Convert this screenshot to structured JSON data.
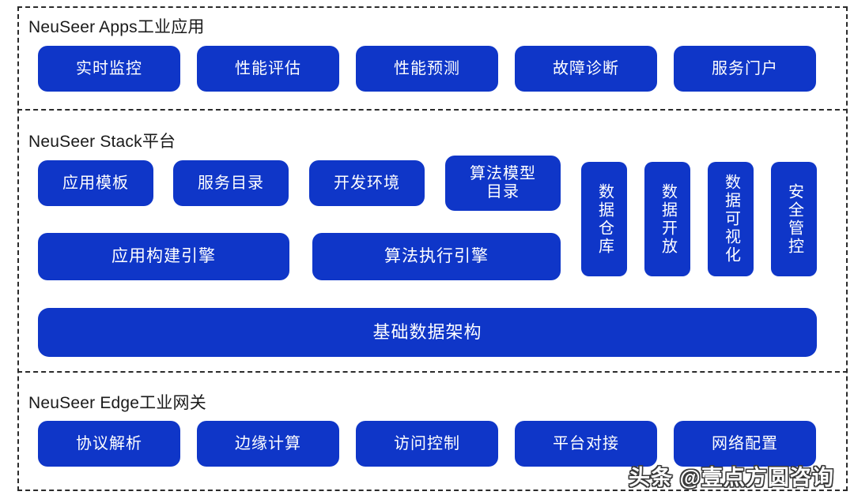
{
  "diagram": {
    "title_apps": "NeuSeer Apps工业应用",
    "title_stack": "NeuSeer Stack平台",
    "title_edge": "NeuSeer Edge工业网关",
    "accent_color": "#0f36c8",
    "frame_color": "#2b2b2b",
    "box_text_color": "#ffffff"
  },
  "apps_layer": {
    "boxes": [
      {
        "label": "实时监控"
      },
      {
        "label": "性能评估"
      },
      {
        "label": "性能预测"
      },
      {
        "label": "故障诊断"
      },
      {
        "label": "服务门户"
      }
    ]
  },
  "stack_layer": {
    "catalog_boxes": [
      {
        "label": "应用模板"
      },
      {
        "label": "服务目录"
      },
      {
        "label": "开发环境"
      },
      {
        "label": "算法模型\n目录"
      }
    ],
    "engine_boxes": [
      {
        "label": "应用构建引擎"
      },
      {
        "label": "算法执行引擎"
      }
    ],
    "vertical_boxes": [
      {
        "label": "数据仓库"
      },
      {
        "label": "数据开放"
      },
      {
        "label": "数据可视化"
      },
      {
        "label": "安全管控"
      }
    ],
    "foundation": {
      "label": "基础数据架构"
    }
  },
  "edge_layer": {
    "boxes": [
      {
        "label": "协议解析"
      },
      {
        "label": "边缘计算"
      },
      {
        "label": "访问控制"
      },
      {
        "label": "平台对接"
      },
      {
        "label": "网络配置"
      }
    ]
  },
  "watermark": {
    "text": "头条 @壹点方圆咨询"
  }
}
